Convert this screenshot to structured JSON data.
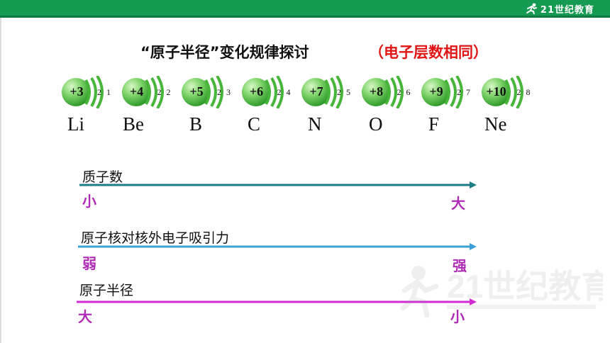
{
  "header": {
    "logo_text": "21世纪教育",
    "bar_color": "#159a51"
  },
  "slide": {
    "title": "“原子半径”变化规律探讨",
    "subtitle": "（电子层数相同）",
    "subtitle_color": "#e01414"
  },
  "atoms": [
    {
      "charge": "+3",
      "e1": "2",
      "e2": "1",
      "symbol": "Li"
    },
    {
      "charge": "+4",
      "e1": "2",
      "e2": "2",
      "symbol": "Be"
    },
    {
      "charge": "+5",
      "e1": "2",
      "e2": "3",
      "symbol": "B"
    },
    {
      "charge": "+6",
      "e1": "2",
      "e2": "4",
      "symbol": "C"
    },
    {
      "charge": "+7",
      "e1": "2",
      "e2": "5",
      "symbol": "N"
    },
    {
      "charge": "+8",
      "e1": "2",
      "e2": "6",
      "symbol": "O"
    },
    {
      "charge": "+9",
      "e1": "2",
      "e2": "7",
      "symbol": "F"
    },
    {
      "charge": "+10",
      "e1": "2",
      "e2": "8",
      "symbol": "Ne"
    }
  ],
  "trends": [
    {
      "label": "质子数",
      "start": "小",
      "end": "大",
      "line_color": "#1d7d86",
      "end_color": "#b02bb5"
    },
    {
      "label": "原子核对核外电子吸引力",
      "start": "弱",
      "end": "强",
      "line_color": "#3aa0d6",
      "end_color": "#b02bb5"
    },
    {
      "label": "原子半径",
      "start": "大",
      "end": "小",
      "line_color": "#d42ad6",
      "end_color": "#b02bb5"
    }
  ],
  "icons": [
    "runner-logo-icon",
    "arrow-right-icon"
  ]
}
